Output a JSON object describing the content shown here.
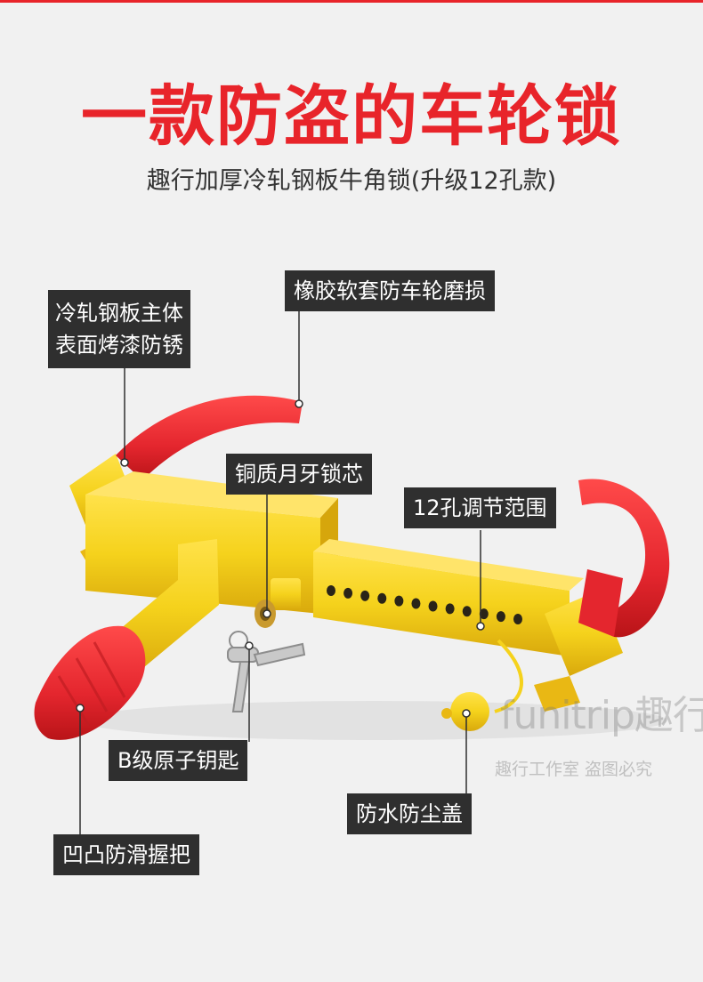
{
  "headline": "一款防盗的车轮锁",
  "subtitle": "趣行加厚冷轧钢板牛角锁(升级12孔款)",
  "callouts": {
    "body": [
      "冷轧钢板主体",
      "表面烤漆防锈"
    ],
    "rubber": "橡胶软套防车轮磨损",
    "core": "铜质月牙锁芯",
    "holes": "12孔调节范围",
    "key": "B级原子钥匙",
    "cap": "防水防尘盖",
    "grip": "凹凸防滑握把"
  },
  "watermark": {
    "brand": "funitrip趣行",
    "note": "趣行工作室 盗图必究"
  },
  "adjust_holes": 12,
  "colors": {
    "accent_red": "#e8242a",
    "lock_yellow": "#f5d21c",
    "rubber_red": "#e4262e",
    "callout_bg": "#2f2f2f"
  }
}
